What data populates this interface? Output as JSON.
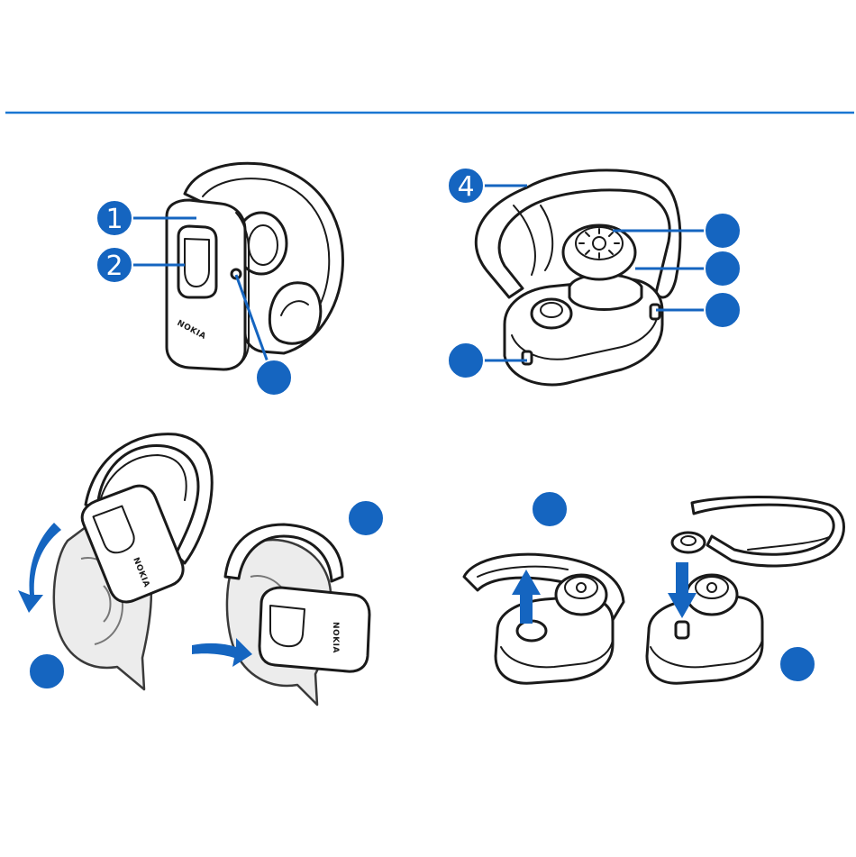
{
  "header": {
    "rule_color": "#1976d2"
  },
  "accent_color": "#1565c0",
  "brand_logo": "NOKIA",
  "callouts": {
    "c1": {
      "number": "1"
    },
    "c2": {
      "number": "2"
    },
    "c4": {
      "number": "4"
    }
  },
  "figures": {
    "fig_a": {
      "name": "headset-front-view"
    },
    "fig_b": {
      "name": "headset-rear-view"
    },
    "fig_c": {
      "name": "wearing-headset-steps"
    },
    "fig_d": {
      "name": "earhook-swap-steps"
    }
  },
  "icons": [
    "curved-arrow-icon",
    "push-arrow-icon",
    "up-arrow-icon",
    "down-arrow-icon"
  ]
}
